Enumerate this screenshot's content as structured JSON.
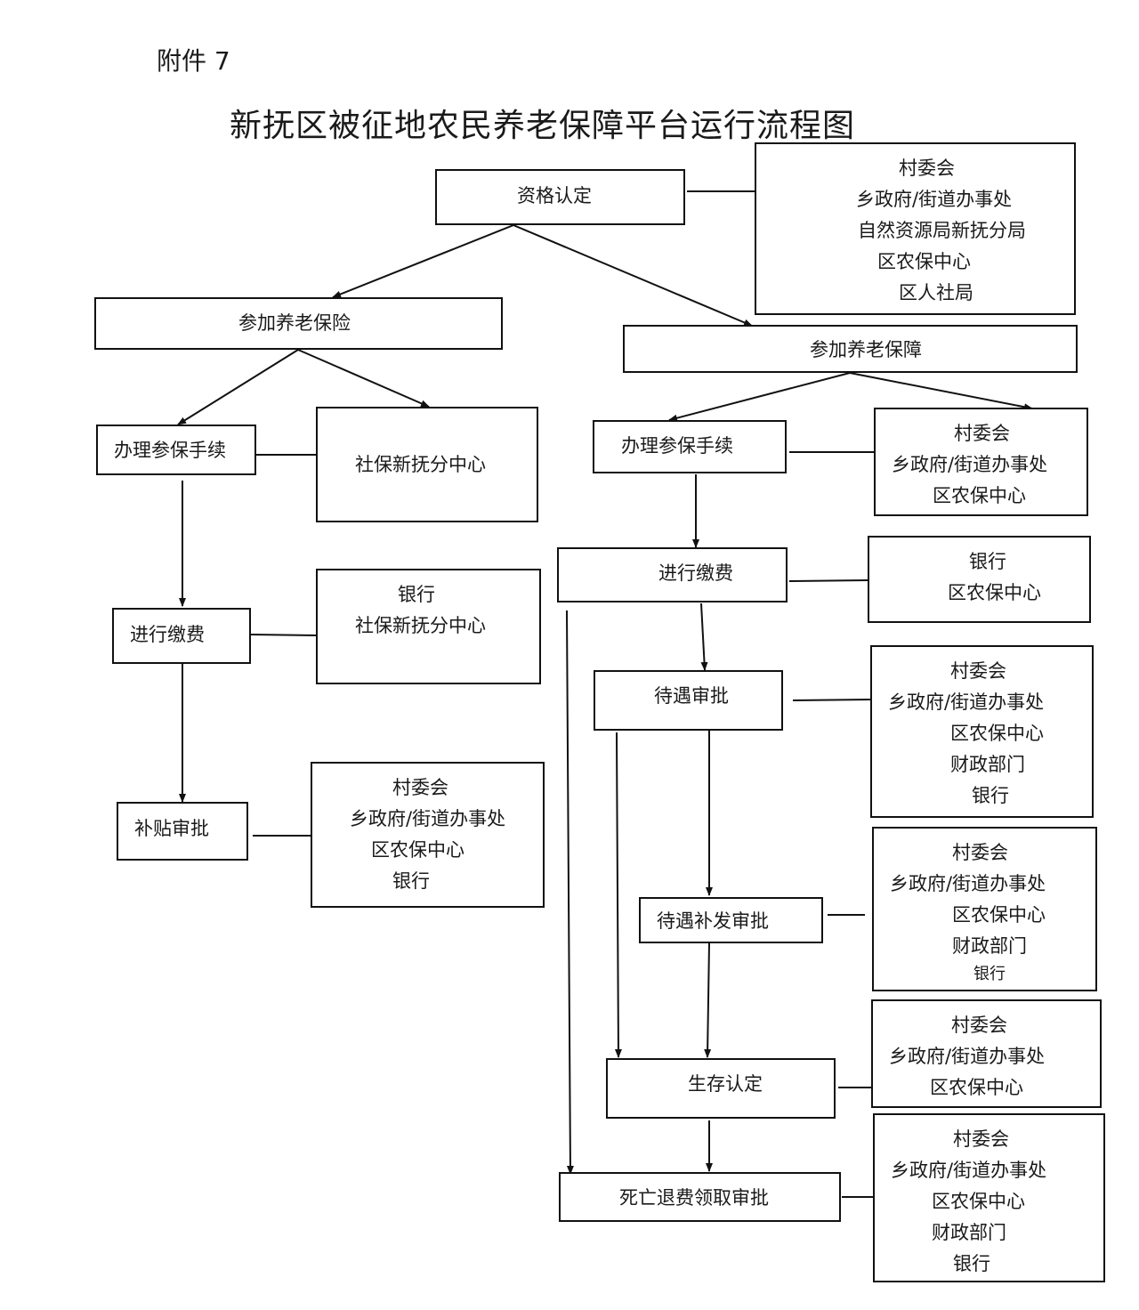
{
  "header": {
    "attachment": "附件 7",
    "title": "新抚区被征地农民养老保障平台运行流程图"
  },
  "steps": {
    "qualification": "资格认定",
    "join_insurance": "参加养老保险",
    "join_security": "参加养老保障",
    "left_procedure": "办理参保手续",
    "left_payment": "进行缴费",
    "left_subsidy": "补贴审批",
    "right_procedure": "办理参保手续",
    "right_payment": "进行缴费",
    "right_benefit": "待遇审批",
    "right_reissue": "待遇补发审批",
    "right_survival": "生存认定",
    "right_death": "死亡退费领取审批"
  },
  "departments": {
    "qualification": [
      "村委会",
      "乡政府/街道办事处",
      "自然资源局新抚分局",
      "区农保中心",
      "区人社局"
    ],
    "left_procedure": [
      "社保新抚分中心"
    ],
    "left_payment": [
      "银行",
      "社保新抚分中心"
    ],
    "left_subsidy": [
      "村委会",
      "乡政府/街道办事处",
      "区农保中心",
      "银行"
    ],
    "right_procedure": [
      "村委会",
      "乡政府/街道办事处",
      "区农保中心"
    ],
    "right_payment": [
      "银行",
      "区农保中心"
    ],
    "right_benefit": [
      "村委会",
      "乡政府/街道办事处",
      "区农保中心",
      "财政部门",
      "银行"
    ],
    "right_reissue": [
      "村委会",
      "乡政府/街道办事处",
      "区农保中心",
      "财政部门",
      "银行"
    ],
    "right_survival": [
      "村委会",
      "乡政府/街道办事处",
      "区农保中心"
    ],
    "right_death": [
      "村委会",
      "乡政府/街道办事处",
      "区农保中心",
      "财政部门",
      "银行"
    ]
  }
}
